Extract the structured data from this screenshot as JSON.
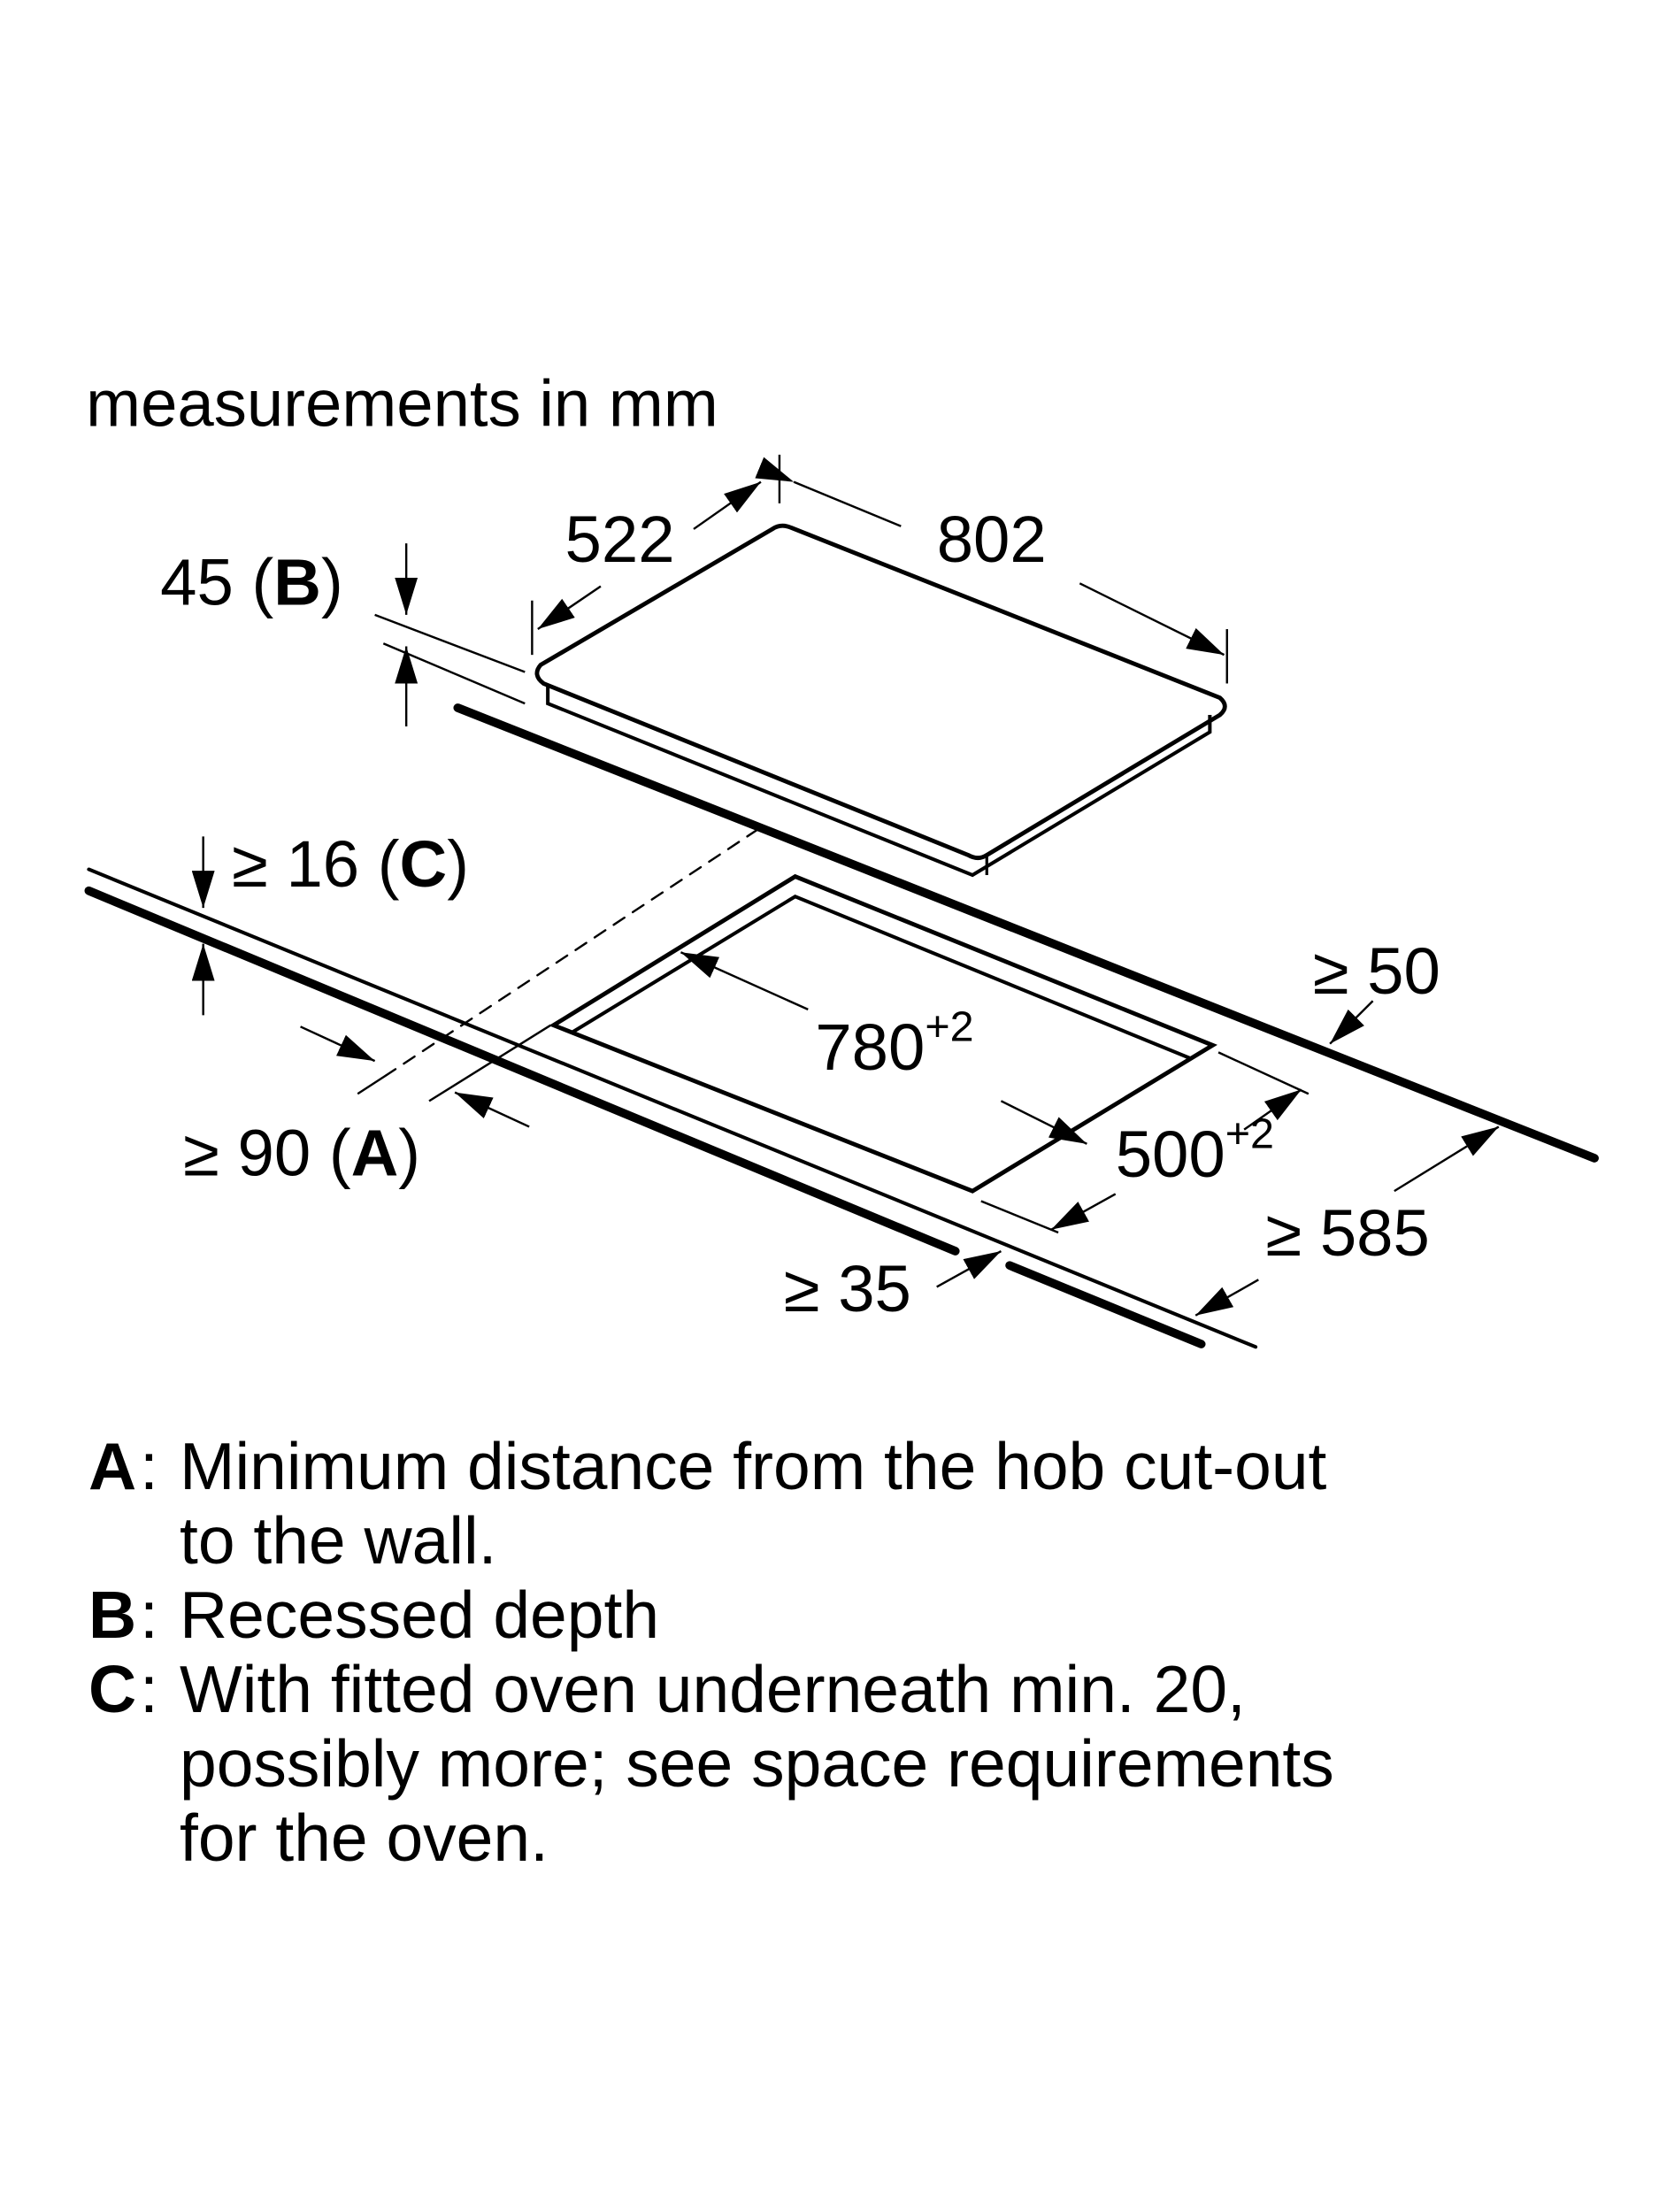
{
  "title": "measurements in mm",
  "dimensions": {
    "hob_depth": "522",
    "hob_width": "802",
    "recess_depth_value": "45",
    "recess_depth_key": "B",
    "min_16_value": "≥ 16",
    "min_16_key": "C",
    "cutout_width": "780",
    "cutout_width_tol": "+2",
    "cutout_depth": "500",
    "cutout_depth_tol": "+2",
    "min_50": "≥ 50",
    "min_90_value": "≥ 90",
    "min_90_key": "A",
    "min_585": "≥ 585",
    "min_35": "≥ 35"
  },
  "legend": [
    {
      "key": "A",
      "lines": [
        "Minimum distance from the hob cut-out",
        "to the wall."
      ]
    },
    {
      "key": "B",
      "lines": [
        "Recessed depth"
      ]
    },
    {
      "key": "C",
      "lines": [
        "With fitted oven underneath min. 20,",
        "possibly more; see space requirements",
        "for the oven."
      ]
    }
  ]
}
